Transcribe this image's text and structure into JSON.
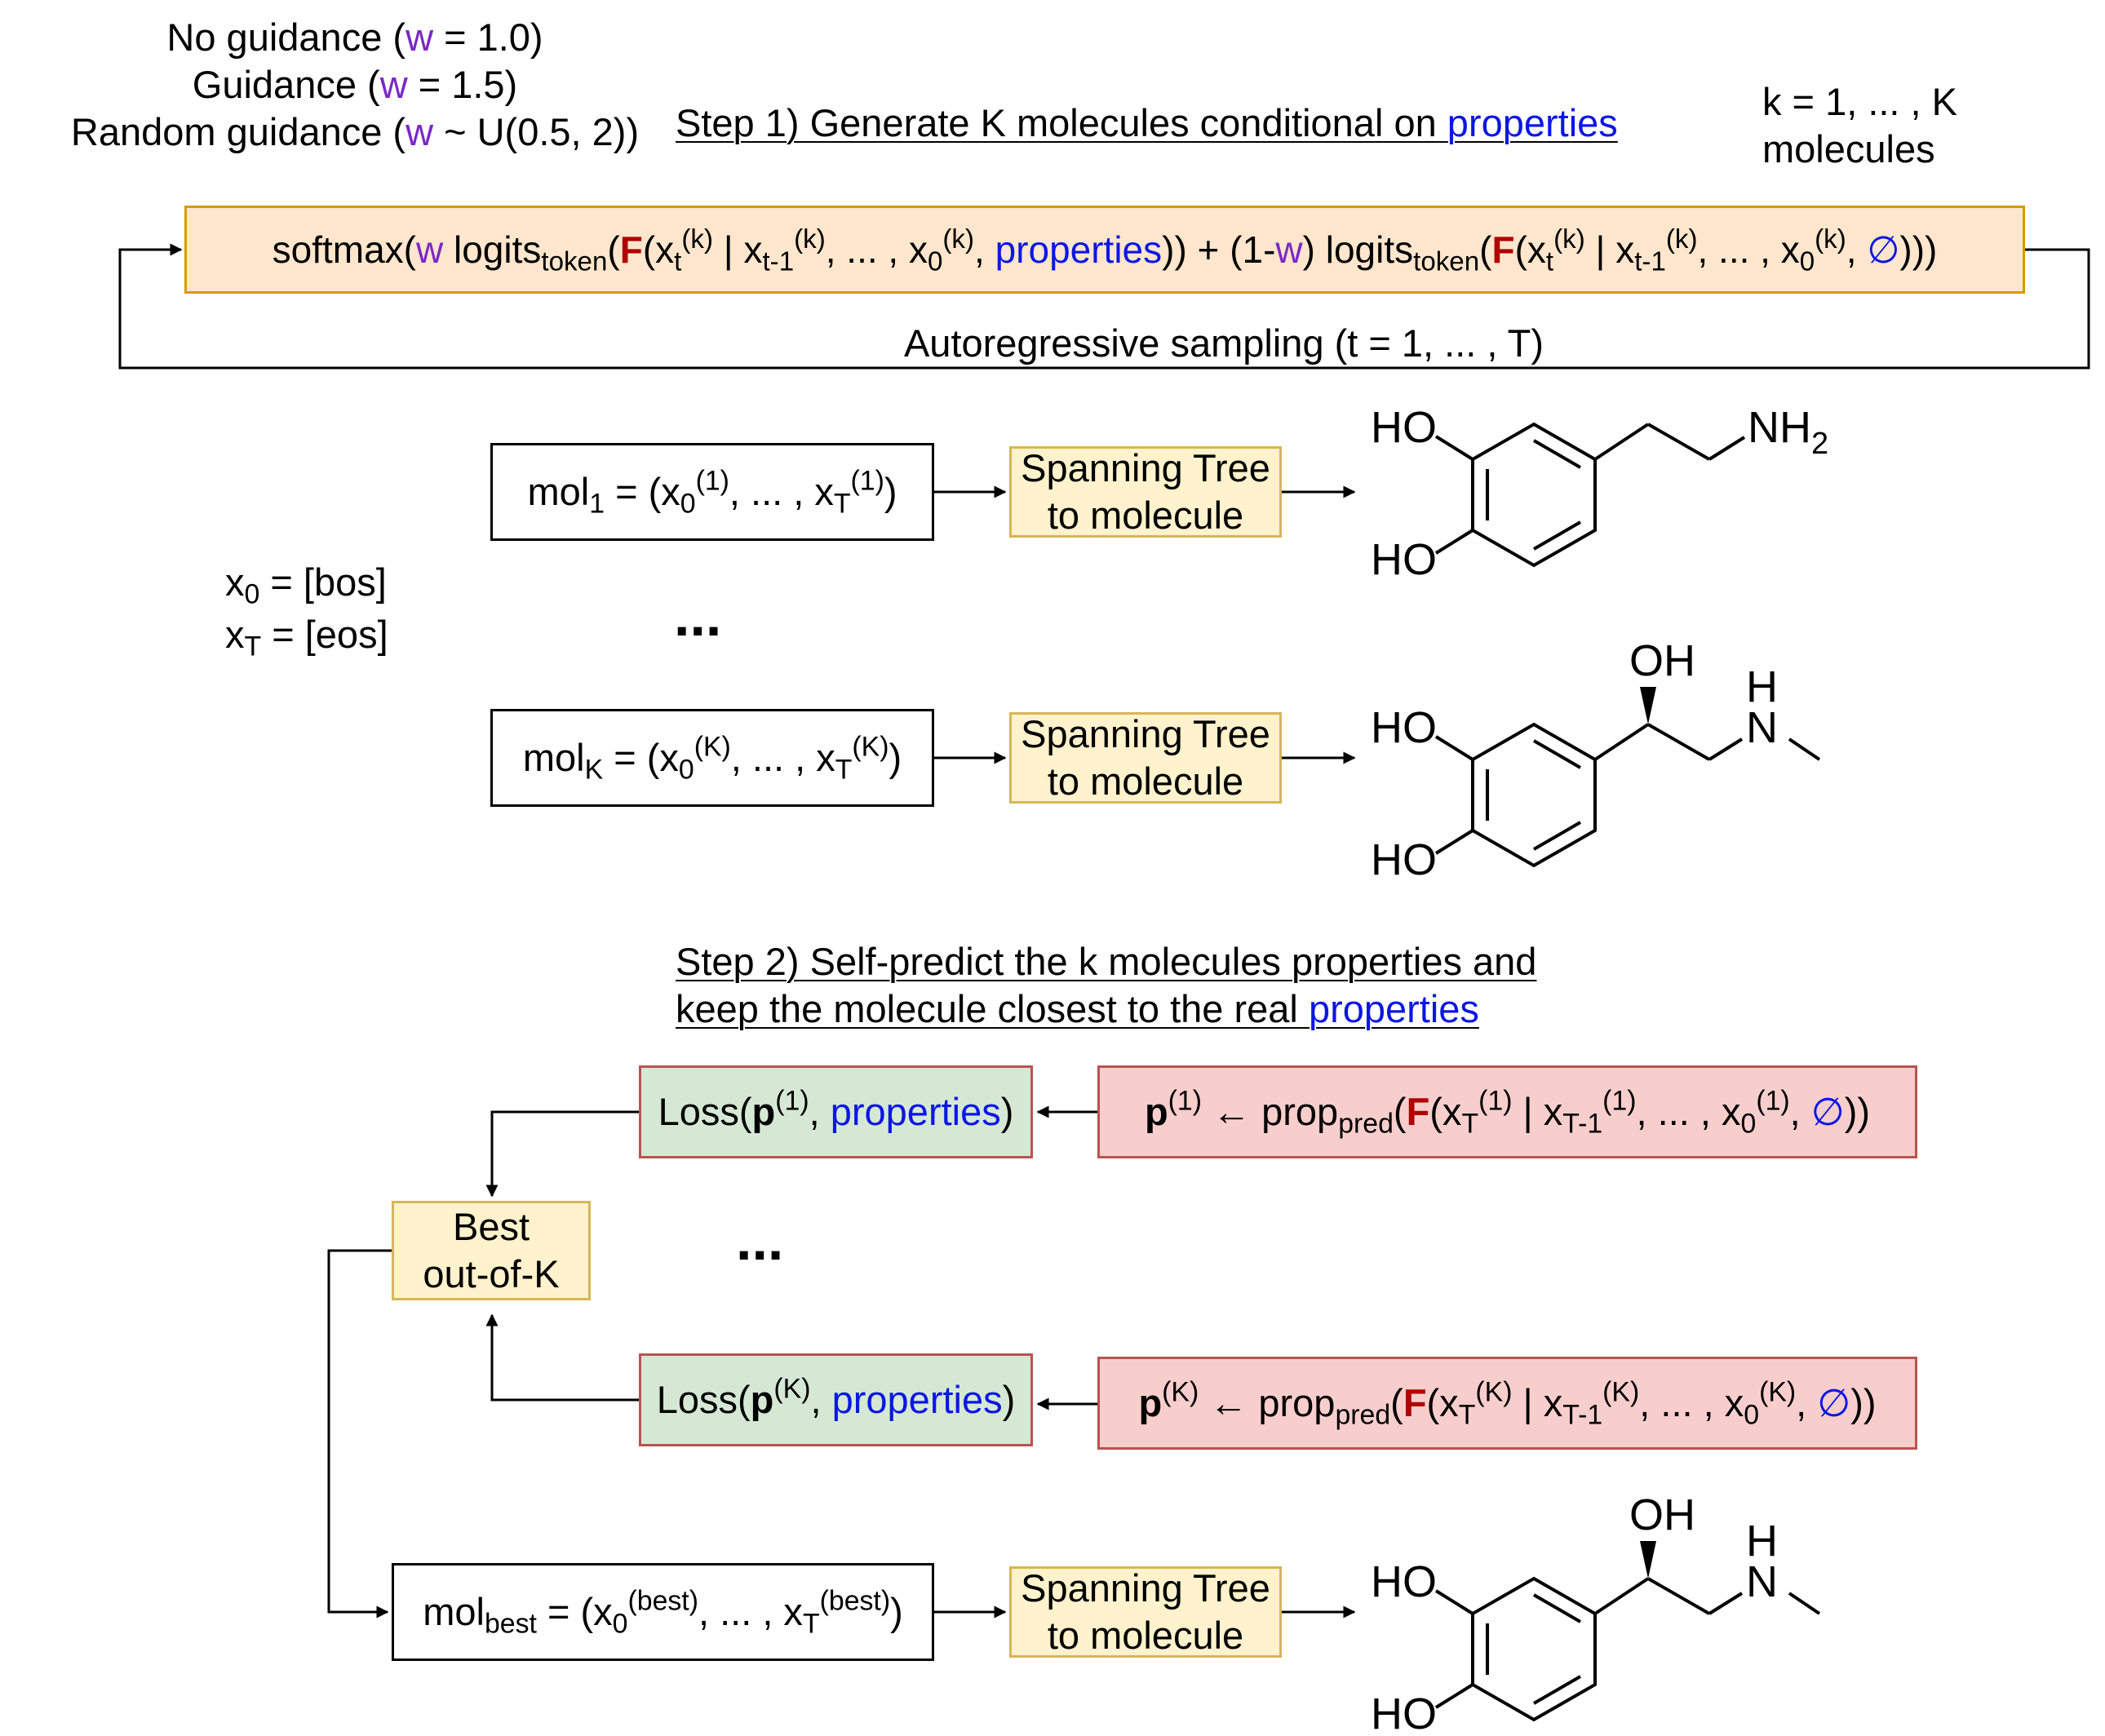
{
  "guidance": {
    "none": {
      "prefix": "No guidance (",
      "w": "w",
      "suffix": " = 1.0)"
    },
    "fixed": {
      "prefix": "Guidance (",
      "w": "w",
      "suffix": " = 1.5)"
    },
    "random": {
      "prefix": "Random guidance (",
      "w": "w",
      "suffix": " ~ U(0.5, 2))"
    }
  },
  "step1": {
    "text": "Step 1) Generate K molecules conditional on ",
    "link": "properties"
  },
  "k_note": {
    "line1": "k = 1, ... , K",
    "line2": "molecules"
  },
  "softmax": {
    "a": "softmax(",
    "w1": "w",
    "b": " logits",
    "token1": "token",
    "c": "(",
    "F1": "F",
    "d": "(x",
    "t1": "t",
    "k1": "(k)",
    "e": " | x",
    "tm1": "t-1",
    "k2": "(k)",
    "f": ", ... , x",
    "z1": "0",
    "k3": "(k)",
    "g": ", ",
    "props": "properties",
    "h": ")) + (1-",
    "w2": "w",
    "i": ") logits",
    "token2": "token",
    "j": "(",
    "F2": "F",
    "l": "(x",
    "t2": "t",
    "k4": "(k)",
    "m": " | x",
    "tm2": "t-1",
    "k5": "(k)",
    "n": ", ... , x",
    "z2": "0",
    "k6": "(k)",
    "o": ", ",
    "empty": "∅",
    "p": ")))"
  },
  "loop_label": "Autoregressive sampling (t = 1, ... , T)",
  "mol1": {
    "a": "mol",
    "sub": "1",
    "b": " = (x",
    "s0": "0",
    "p0": "(1)",
    "c": ", ... , x",
    "sT": "T",
    "pT": "(1)",
    "d": ")"
  },
  "molK": {
    "a": "mol",
    "sub": "K",
    "b": " = (x",
    "s0": "0",
    "p0": "(K)",
    "c": ", ... , x",
    "sT": "T",
    "pT": "(K)",
    "d": ")"
  },
  "molbest": {
    "a": "mol",
    "sub": "best",
    "b": " = (x",
    "s0": "0",
    "p0": "(best)",
    "c": ", ... , x",
    "sT": "T",
    "pT": "(best)",
    "d": ")"
  },
  "spanning": {
    "line1": "Spanning Tree",
    "line2": "to molecule"
  },
  "x0": {
    "a": "x",
    "sub": "0",
    "b": " = [bos]"
  },
  "xT": {
    "a": "x",
    "sub": "T",
    "b": " = [eos]"
  },
  "ellipsis": "...",
  "step2": {
    "line1": "Step 2) Self-predict the k molecules properties and",
    "line2a": "keep the molecule closest to the real ",
    "link": "properties"
  },
  "loss1": {
    "a": "Loss(",
    "p": "p",
    "sup": "(1)",
    "b": ", ",
    "props": "properties",
    "c": ")"
  },
  "lossK": {
    "a": "Loss(",
    "p": "p",
    "sup": "(K)",
    "b": ", ",
    "props": "properties",
    "c": ")"
  },
  "pred1": {
    "p": "p",
    "sup": "(1)",
    "a": " ← prop",
    "pred": "pred",
    "b": "(",
    "F": "F",
    "c": "(x",
    "sT": "T",
    "pT": "(1)",
    "d": " | x",
    "sT1": "T-1",
    "pT1": "(1)",
    "e": ", ... , x",
    "s0": "0",
    "p0": "(1)",
    "f": ", ",
    "empty": "∅",
    "g": "))"
  },
  "predK": {
    "p": "p",
    "sup": "(K)",
    "a": " ← prop",
    "pred": "pred",
    "b": "(",
    "F": "F",
    "c": "(x",
    "sT": "T",
    "pT": "(K)",
    "d": " | x",
    "sT1": "T-1",
    "pT1": "(K)",
    "e": ", ... , x",
    "s0": "0",
    "p0": "(K)",
    "f": ", ",
    "empty": "∅",
    "g": "))"
  },
  "best": {
    "line1": "Best",
    "line2": "out-of-K"
  },
  "molecules": {
    "dopamine": {
      "ho_top": "HO",
      "ho_bot": "HO",
      "amine": "NH",
      "amine_sub": "2"
    },
    "epinephrine": {
      "ho_top": "HO",
      "ho_bot": "HO",
      "oh": "OH",
      "h": "H",
      "n": "N"
    }
  },
  "colors": {
    "guidance_w": "#7a28c8",
    "properties": "#0b16e6",
    "model_F": "#b00000",
    "orange_box": "#ffe6cc",
    "yellow_box": "#fff2cc",
    "green_box": "#d5e8d4",
    "red_box": "#f8cecc"
  }
}
